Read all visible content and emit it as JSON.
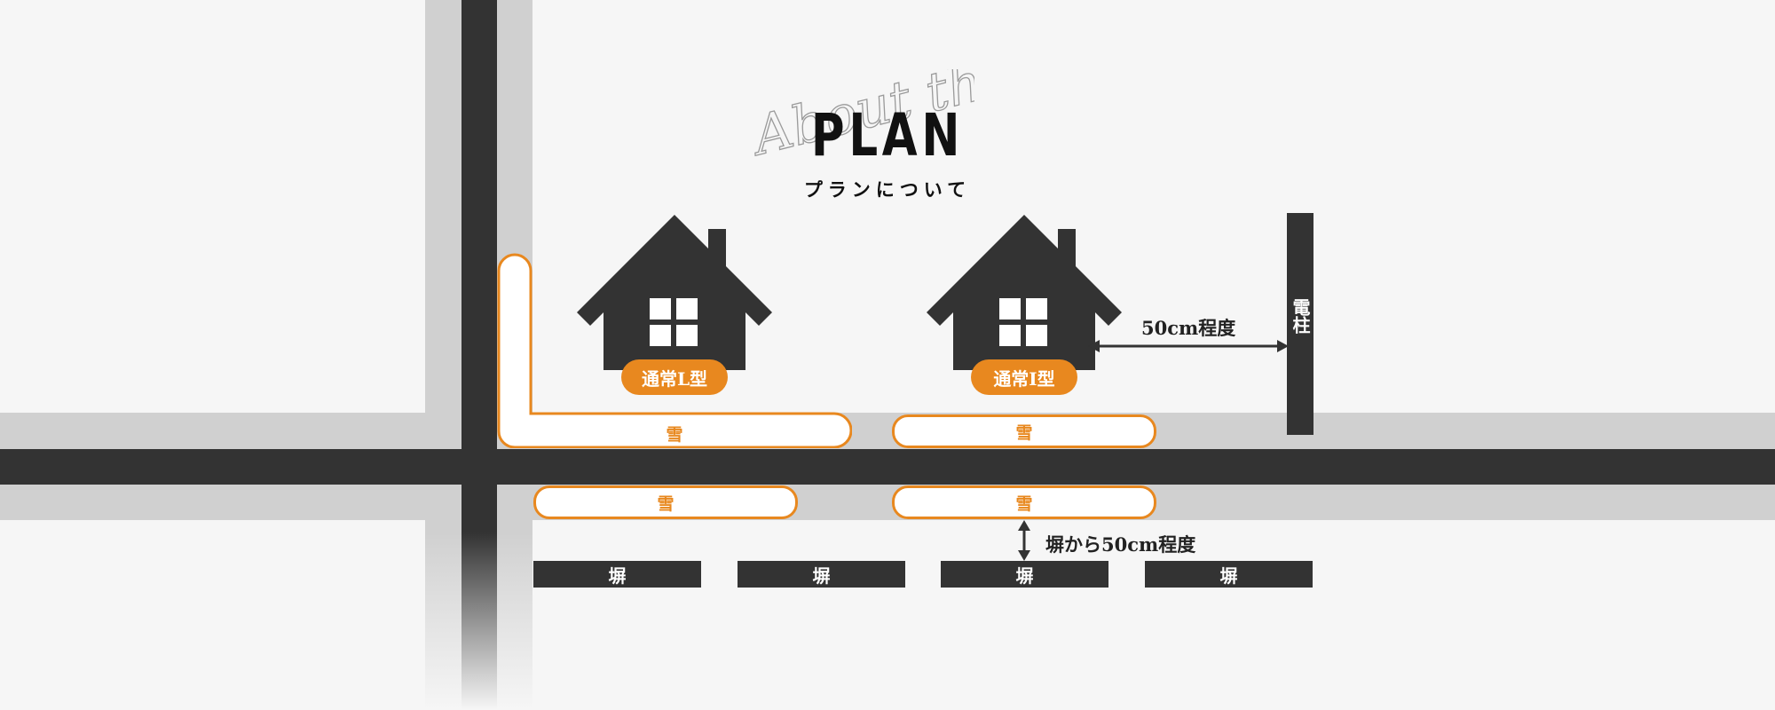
{
  "title": {
    "script": "About the",
    "main": "PLAN",
    "subtitle": "プランについて"
  },
  "houses": [
    {
      "badge": "通常L型"
    },
    {
      "badge": "通常I型"
    }
  ],
  "snow_label": "雪",
  "wall_label": "塀",
  "pole_label": "電柱",
  "dimension_pole": "50cm程度",
  "dimension_wall": "塀から50cm程度",
  "icons": [
    "house-icon",
    "double-arrow-icon"
  ],
  "colors": {
    "accent": "#e8881f",
    "dark": "#333333",
    "sidewalk": "#d0d0d0",
    "background": "#f6f6f6"
  }
}
